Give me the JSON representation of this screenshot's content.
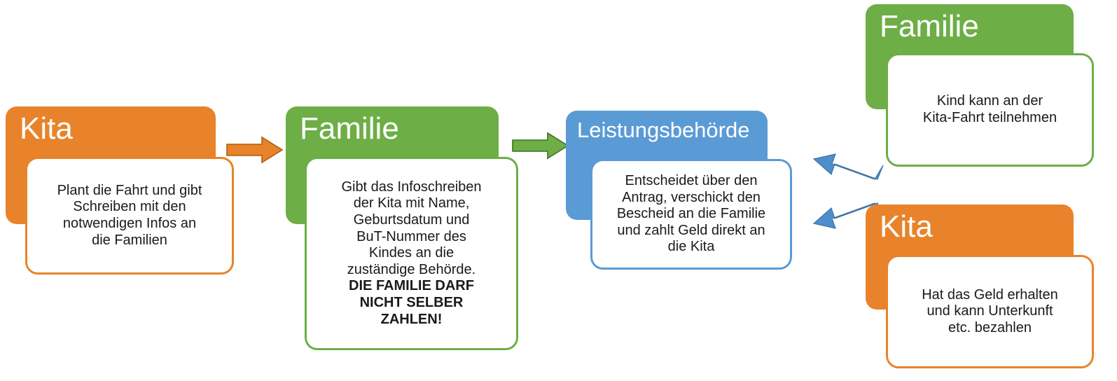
{
  "diagram": {
    "title_colors": {
      "orange": "#E8832B",
      "green": "#6DAE46",
      "blue": "#5B9BD5",
      "text_light": "#FFFFFF",
      "text_dark": "#1A1A1A"
    },
    "nodes": [
      {
        "id": "kita-start",
        "header": "Kita",
        "color": "#E8832B",
        "body_lines": [
          "Plant die Fahrt und gibt",
          "Schreiben mit den",
          "notwendigen Infos an",
          "die Familien"
        ],
        "emphasis_lines": []
      },
      {
        "id": "familie-antrag",
        "header": "Familie",
        "color": "#6DAE46",
        "body_lines": [
          "Gibt das Infoschreiben",
          "der Kita mit Name,",
          "Geburtsdatum und",
          "BuT-Nummer des",
          "Kindes an die",
          "zuständige Behörde."
        ],
        "emphasis_lines": [
          "DIE FAMILIE DARF",
          "NICHT SELBER",
          "ZAHLEN!"
        ]
      },
      {
        "id": "leistungsbehoerde",
        "header": "Leistungsbehörde",
        "color": "#5B9BD5",
        "body_lines": [
          "Entscheidet über den",
          "Antrag, verschickt den",
          "Bescheid an die Familie",
          "und zahlt Geld direkt an",
          "die Kita"
        ],
        "emphasis_lines": []
      },
      {
        "id": "familie-ergebnis",
        "header": "Familie",
        "color": "#6DAE46",
        "body_lines": [
          "Kind kann an der",
          "Kita-Fahrt teilnehmen"
        ],
        "emphasis_lines": []
      },
      {
        "id": "kita-ergebnis",
        "header": "Kita",
        "color": "#E8832B",
        "body_lines": [
          "Hat das Geld erhalten",
          "und kann Unterkunft",
          "etc. bezahlen"
        ],
        "emphasis_lines": []
      }
    ],
    "arrows": [
      {
        "id": "arrow-kita-to-familie",
        "direction": "right",
        "color": "#E8832B",
        "from": "kita-start",
        "to": "familie-antrag"
      },
      {
        "id": "arrow-familie-to-behoerde",
        "direction": "right",
        "color": "#6DAE46",
        "from": "familie-antrag",
        "to": "leistungsbehoerde"
      },
      {
        "id": "arrow-behoerde-to-familie",
        "direction": "up-right",
        "color": "#4E8FCB",
        "from": "leistungsbehoerde",
        "to": "familie-ergebnis"
      },
      {
        "id": "arrow-behoerde-to-kita",
        "direction": "down-right",
        "color": "#4E8FCB",
        "from": "leistungsbehoerde",
        "to": "kita-ergebnis"
      }
    ]
  }
}
